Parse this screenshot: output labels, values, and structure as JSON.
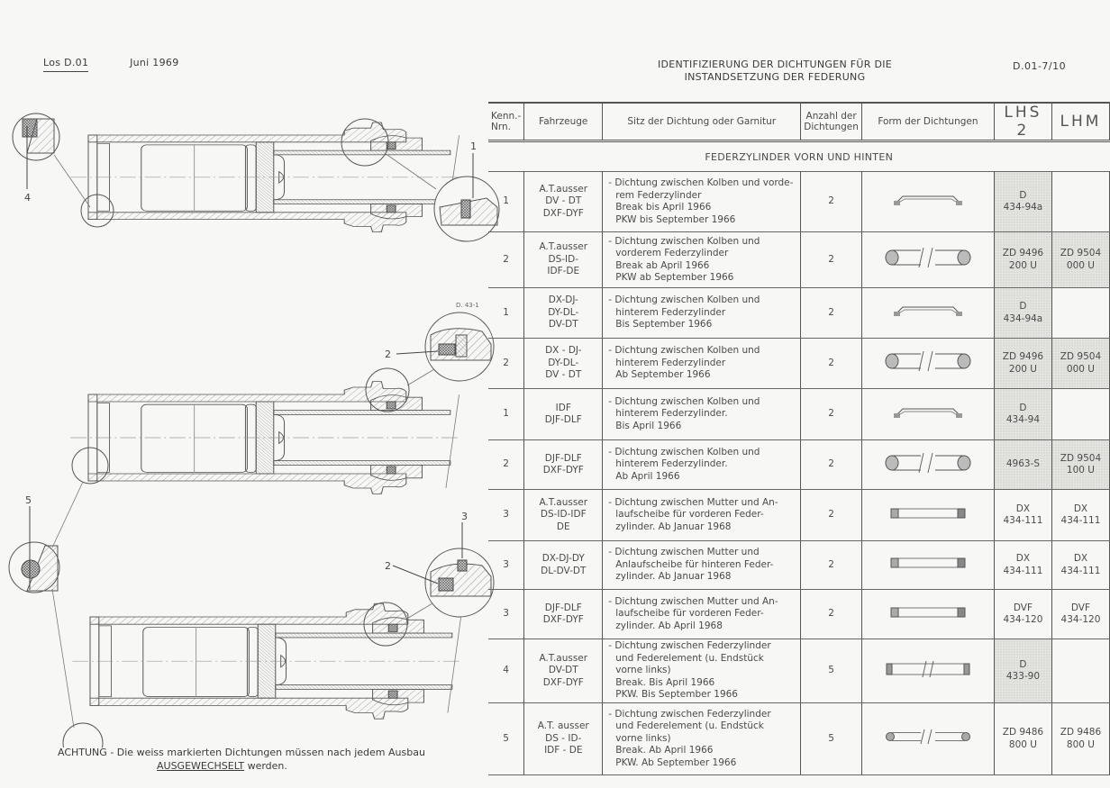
{
  "header": {
    "lot": "Los D.01",
    "date": "Juni 1969",
    "title_line1": "IDENTIFIZIERUNG DER DICHTUNGEN FÜR DIE",
    "title_line2": "INSTANDSETZUNG DER FEDERUNG",
    "page_ref": "D.01-7/10"
  },
  "drawing": {
    "figure_ref": "D. 43-1",
    "callouts": [
      "1",
      "2",
      "2",
      "3",
      "4",
      "5"
    ]
  },
  "note": {
    "prefix": "ACHTUNG",
    "line1": "- Die weiss markierten Dichtungen müssen nach jedem Ausbau",
    "emph": "AUSGEWECHSELT",
    "line2_tail": " werden."
  },
  "table": {
    "columns": {
      "kenn": "Kenn.-\nNrn.",
      "fahrzeuge": "Fahrzeuge",
      "sitz": "Sitz der Dichtung oder Garnitur",
      "anzahl": "Anzahl der\nDichtungen",
      "form": "Form der Dichtungen",
      "lhs2": "LHS 2",
      "lhm": "LHM"
    },
    "section": "FEDERZYLINDER VORN UND HINTEN",
    "shade_color": "#e4e4e0",
    "rows": [
      {
        "kenn": "1",
        "fahrzeuge": "A.T.ausser\nDV - DT\nDXF-DYF",
        "sitz": [
          "- Dichtung zwischen Kolben und vorde-",
          "rem Federzylinder",
          "Break bis April 1966",
          "PKW bis September 1966"
        ],
        "anzahl": "2",
        "form": "lip-seal",
        "lhs2": "D\n434-94a",
        "lhs2_shaded": true,
        "lhm": "",
        "lhm_shaded": false
      },
      {
        "kenn": "2",
        "fahrzeuge": "A.T.ausser\nDS-ID-\nIDF-DE",
        "sitz": [
          "- Dichtung zwischen Kolben und",
          "vorderem Federzylinder",
          "Break ab April 1966",
          "PKW ab September 1966"
        ],
        "anzahl": "2",
        "form": "o-ring",
        "lhs2": "ZD 9496\n200 U",
        "lhs2_shaded": true,
        "lhm": "ZD 9504\n000 U",
        "lhm_shaded": true
      },
      {
        "kenn": "1",
        "fahrzeuge": "DX-DJ-\nDY-DL-\nDV-DT",
        "sitz": [
          "- Dichtung zwischen Kolben und",
          "hinterem Federzylinder",
          "Bis September 1966"
        ],
        "anzahl": "2",
        "form": "lip-seal",
        "lhs2": "D\n434-94a",
        "lhs2_shaded": true,
        "lhm": "",
        "lhm_shaded": false
      },
      {
        "kenn": "2",
        "fahrzeuge": "DX - DJ-\nDY-DL-\nDV - DT",
        "sitz": [
          "- Dichtung zwischen Kolben und",
          "hinterem Federzylinder",
          "Ab September 1966"
        ],
        "anzahl": "2",
        "form": "o-ring",
        "lhs2": "ZD 9496\n200 U",
        "lhs2_shaded": true,
        "lhm": "ZD 9504\n000 U",
        "lhm_shaded": true
      },
      {
        "kenn": "1",
        "fahrzeuge": "IDF\nDJF-DLF",
        "sitz": [
          "- Dichtung zwischen Kolben und",
          "hinterem Federzylinder.",
          "Bis April 1966"
        ],
        "anzahl": "2",
        "form": "lip-seal",
        "lhs2": "D\n434-94",
        "lhs2_shaded": true,
        "lhm": "",
        "lhm_shaded": false
      },
      {
        "kenn": "2",
        "fahrzeuge": "DJF-DLF\nDXF-DYF",
        "sitz": [
          "- Dichtung zwischen Kolben und",
          "hinterem Federzylinder.",
          "Ab April 1966"
        ],
        "anzahl": "2",
        "form": "o-ring",
        "lhs2": "4963-S",
        "lhs2_shaded": true,
        "lhm": "ZD 9504\n100 U",
        "lhm_shaded": true
      },
      {
        "kenn": "3",
        "fahrzeuge": "A.T.ausser\nDS-ID-IDF\nDE",
        "sitz": [
          "- Dichtung zwischen Mutter und An-",
          "laufscheibe für vorderen Feder-",
          "zylinder. Ab Januar 1968"
        ],
        "anzahl": "2",
        "form": "flat-ring",
        "lhs2": "DX\n434-111",
        "lhs2_shaded": false,
        "lhm": "DX\n434-111",
        "lhm_shaded": false
      },
      {
        "kenn": "3",
        "fahrzeuge": "DX-DJ-DY\nDL-DV-DT",
        "sitz": [
          "- Dichtung zwischen Mutter und",
          "Anlaufscheibe für hinteren Feder-",
          "zylinder. Ab Januar 1968"
        ],
        "anzahl": "2",
        "form": "flat-ring",
        "lhs2": "DX\n434-111",
        "lhs2_shaded": false,
        "lhm": "DX\n434-111",
        "lhm_shaded": false
      },
      {
        "kenn": "3",
        "fahrzeuge": "DJF-DLF\nDXF-DYF",
        "sitz": [
          "- Dichtung zwischen Mutter und An-",
          "laufscheibe für vorderen Feder-",
          "zylinder. Ab April 1968"
        ],
        "anzahl": "2",
        "form": "flat-ring",
        "lhs2": "DVF\n434-120",
        "lhs2_shaded": false,
        "lhm": "DVF\n434-120",
        "lhm_shaded": false
      },
      {
        "kenn": "4",
        "fahrzeuge": "A.T.ausser\nDV-DT\nDXF-DYF",
        "sitz": [
          "- Dichtung zwischen Federzylinder",
          "und Federelement (u. Endstück",
          "vorne links)",
          "Break. Bis April 1966",
          "PKW.  Bis September 1966"
        ],
        "anzahl": "5",
        "form": "long-ring",
        "lhs2": "D\n433-90",
        "lhs2_shaded": true,
        "lhm": "",
        "lhm_shaded": false
      },
      {
        "kenn": "5",
        "fahrzeuge": "A.T. ausser\nDS - ID-\nIDF - DE",
        "sitz": [
          "- Dichtung zwischen Federzylinder",
          "und Federelement (u. Endstück",
          "vorne links)",
          "Break. Ab April 1966",
          "PKW.  Ab September 1966"
        ],
        "anzahl": "5",
        "form": "o-ring-small",
        "lhs2": "ZD 9486\n800 U",
        "lhs2_shaded": false,
        "lhm": "ZD 9486\n800 U",
        "lhm_shaded": false
      }
    ]
  }
}
